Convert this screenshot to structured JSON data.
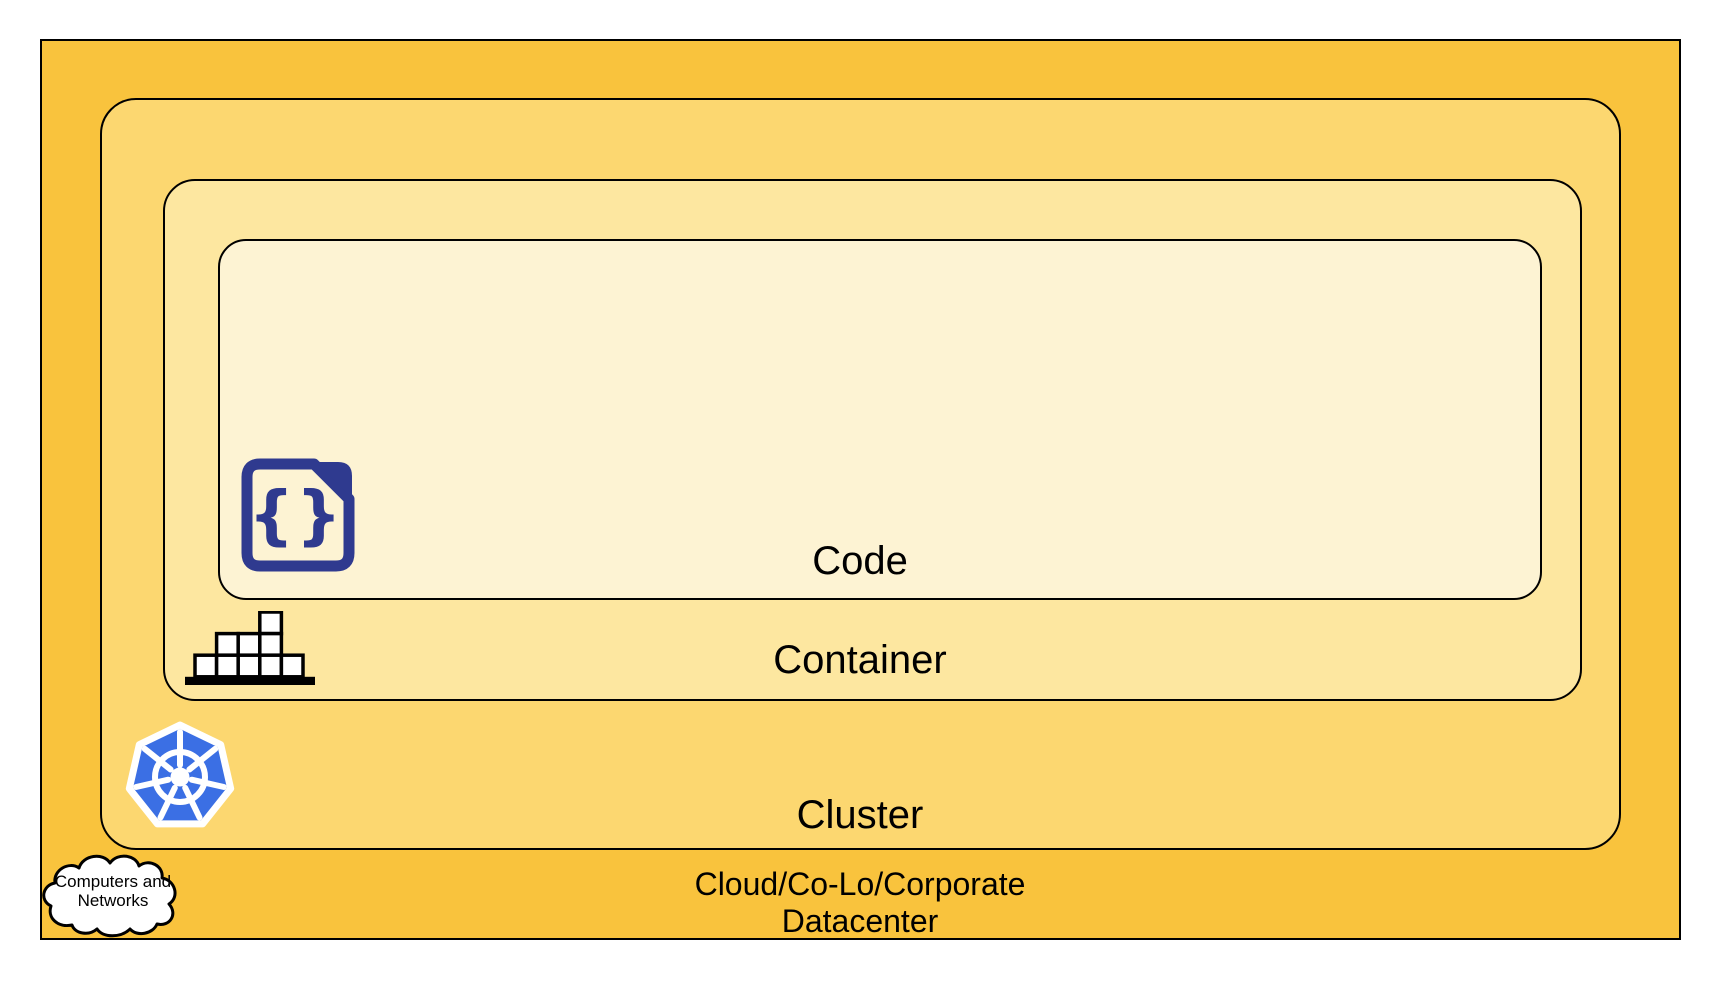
{
  "diagram": {
    "type": "nested-layers",
    "background": "#FFFFFF",
    "border_color": "#000000",
    "layers": [
      {
        "id": "code",
        "label": "Code",
        "fill": "#FDF3D3"
      },
      {
        "id": "container",
        "label": "Container",
        "fill": "#FDE7A0"
      },
      {
        "id": "cluster",
        "label": "Cluster",
        "fill": "#FCD770"
      },
      {
        "id": "datacenter",
        "label_line1": "Cloud/Co-Lo/Corporate",
        "label_line2": "Datacenter",
        "fill": "#F9C33D"
      }
    ],
    "icons": {
      "code_file": {
        "glyph": "{}",
        "color": "#2F3A8F"
      },
      "container_stack": {
        "color": "#000000",
        "box_fill": "#FFFFFF"
      },
      "kubernetes": {
        "color": "#3B6FE4",
        "wheel_color": "#FFFFFF"
      },
      "cloud": {
        "label_line1": "Computers and",
        "label_line2": "Networks",
        "fill": "#FFFFFF"
      }
    }
  }
}
